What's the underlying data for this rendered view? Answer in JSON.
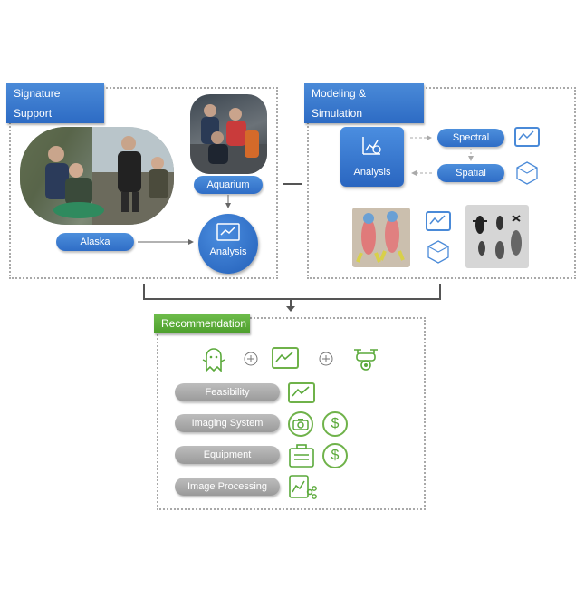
{
  "signature_support": {
    "title": "Signature Support",
    "aquarium_label": "Aquarium",
    "alaska_label": "Alaska",
    "analysis_label": "Analysis"
  },
  "modeling": {
    "title": "Modeling & Simulation",
    "analysis_label": "Analysis",
    "spectral_label": "Spectral",
    "spatial_label": "Spatial"
  },
  "recommendation": {
    "title": "Recommendation",
    "rows": [
      {
        "label": "Feasibility"
      },
      {
        "label": "Imaging System"
      },
      {
        "label": "Equipment"
      },
      {
        "label": "Image Processing"
      }
    ]
  },
  "colors": {
    "blue": "#2d6bc4",
    "green": "#5aa93a",
    "grey_pill": "#a6a6a6",
    "dotted_border": "#a9a9a9"
  },
  "icons": [
    "chart-icon",
    "polyhedron-icon",
    "ghost-icon",
    "drone-icon",
    "camera-icon",
    "dollar-icon",
    "briefcase-icon",
    "chart-share-icon",
    "plus-icon"
  ]
}
